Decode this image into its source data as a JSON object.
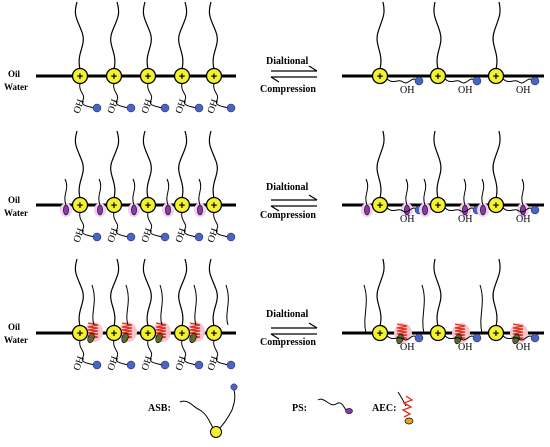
{
  "interface": {
    "oil_label": "Oil",
    "water_label": "Water",
    "oh_label": "OH",
    "plus_sign": "+"
  },
  "rows": [
    {
      "id": "row-1",
      "arrow_top": "Dialtional",
      "arrow_bottom": "Compression"
    },
    {
      "id": "row-2",
      "arrow_top": "Dialtional",
      "arrow_bottom": "Compression"
    },
    {
      "id": "row-3",
      "arrow_top": "Dialtional",
      "arrow_bottom": "Compression"
    }
  ],
  "legend": [
    {
      "key": "asb",
      "label": "ASB:"
    },
    {
      "key": "ps",
      "label": "PS:"
    },
    {
      "key": "aec",
      "label": "AEC:"
    }
  ],
  "colors": {
    "head": "#f2f22e",
    "head_stroke": "#000000",
    "oh_ball": "#4a63c9",
    "ps_head": "#8a3aa8",
    "aec_spring": "#e0301f",
    "aec_body": "#5c6b2a",
    "aec_halo": "#f6c7cf",
    "ps_halo": "#f2cff2",
    "line": "#000000"
  }
}
